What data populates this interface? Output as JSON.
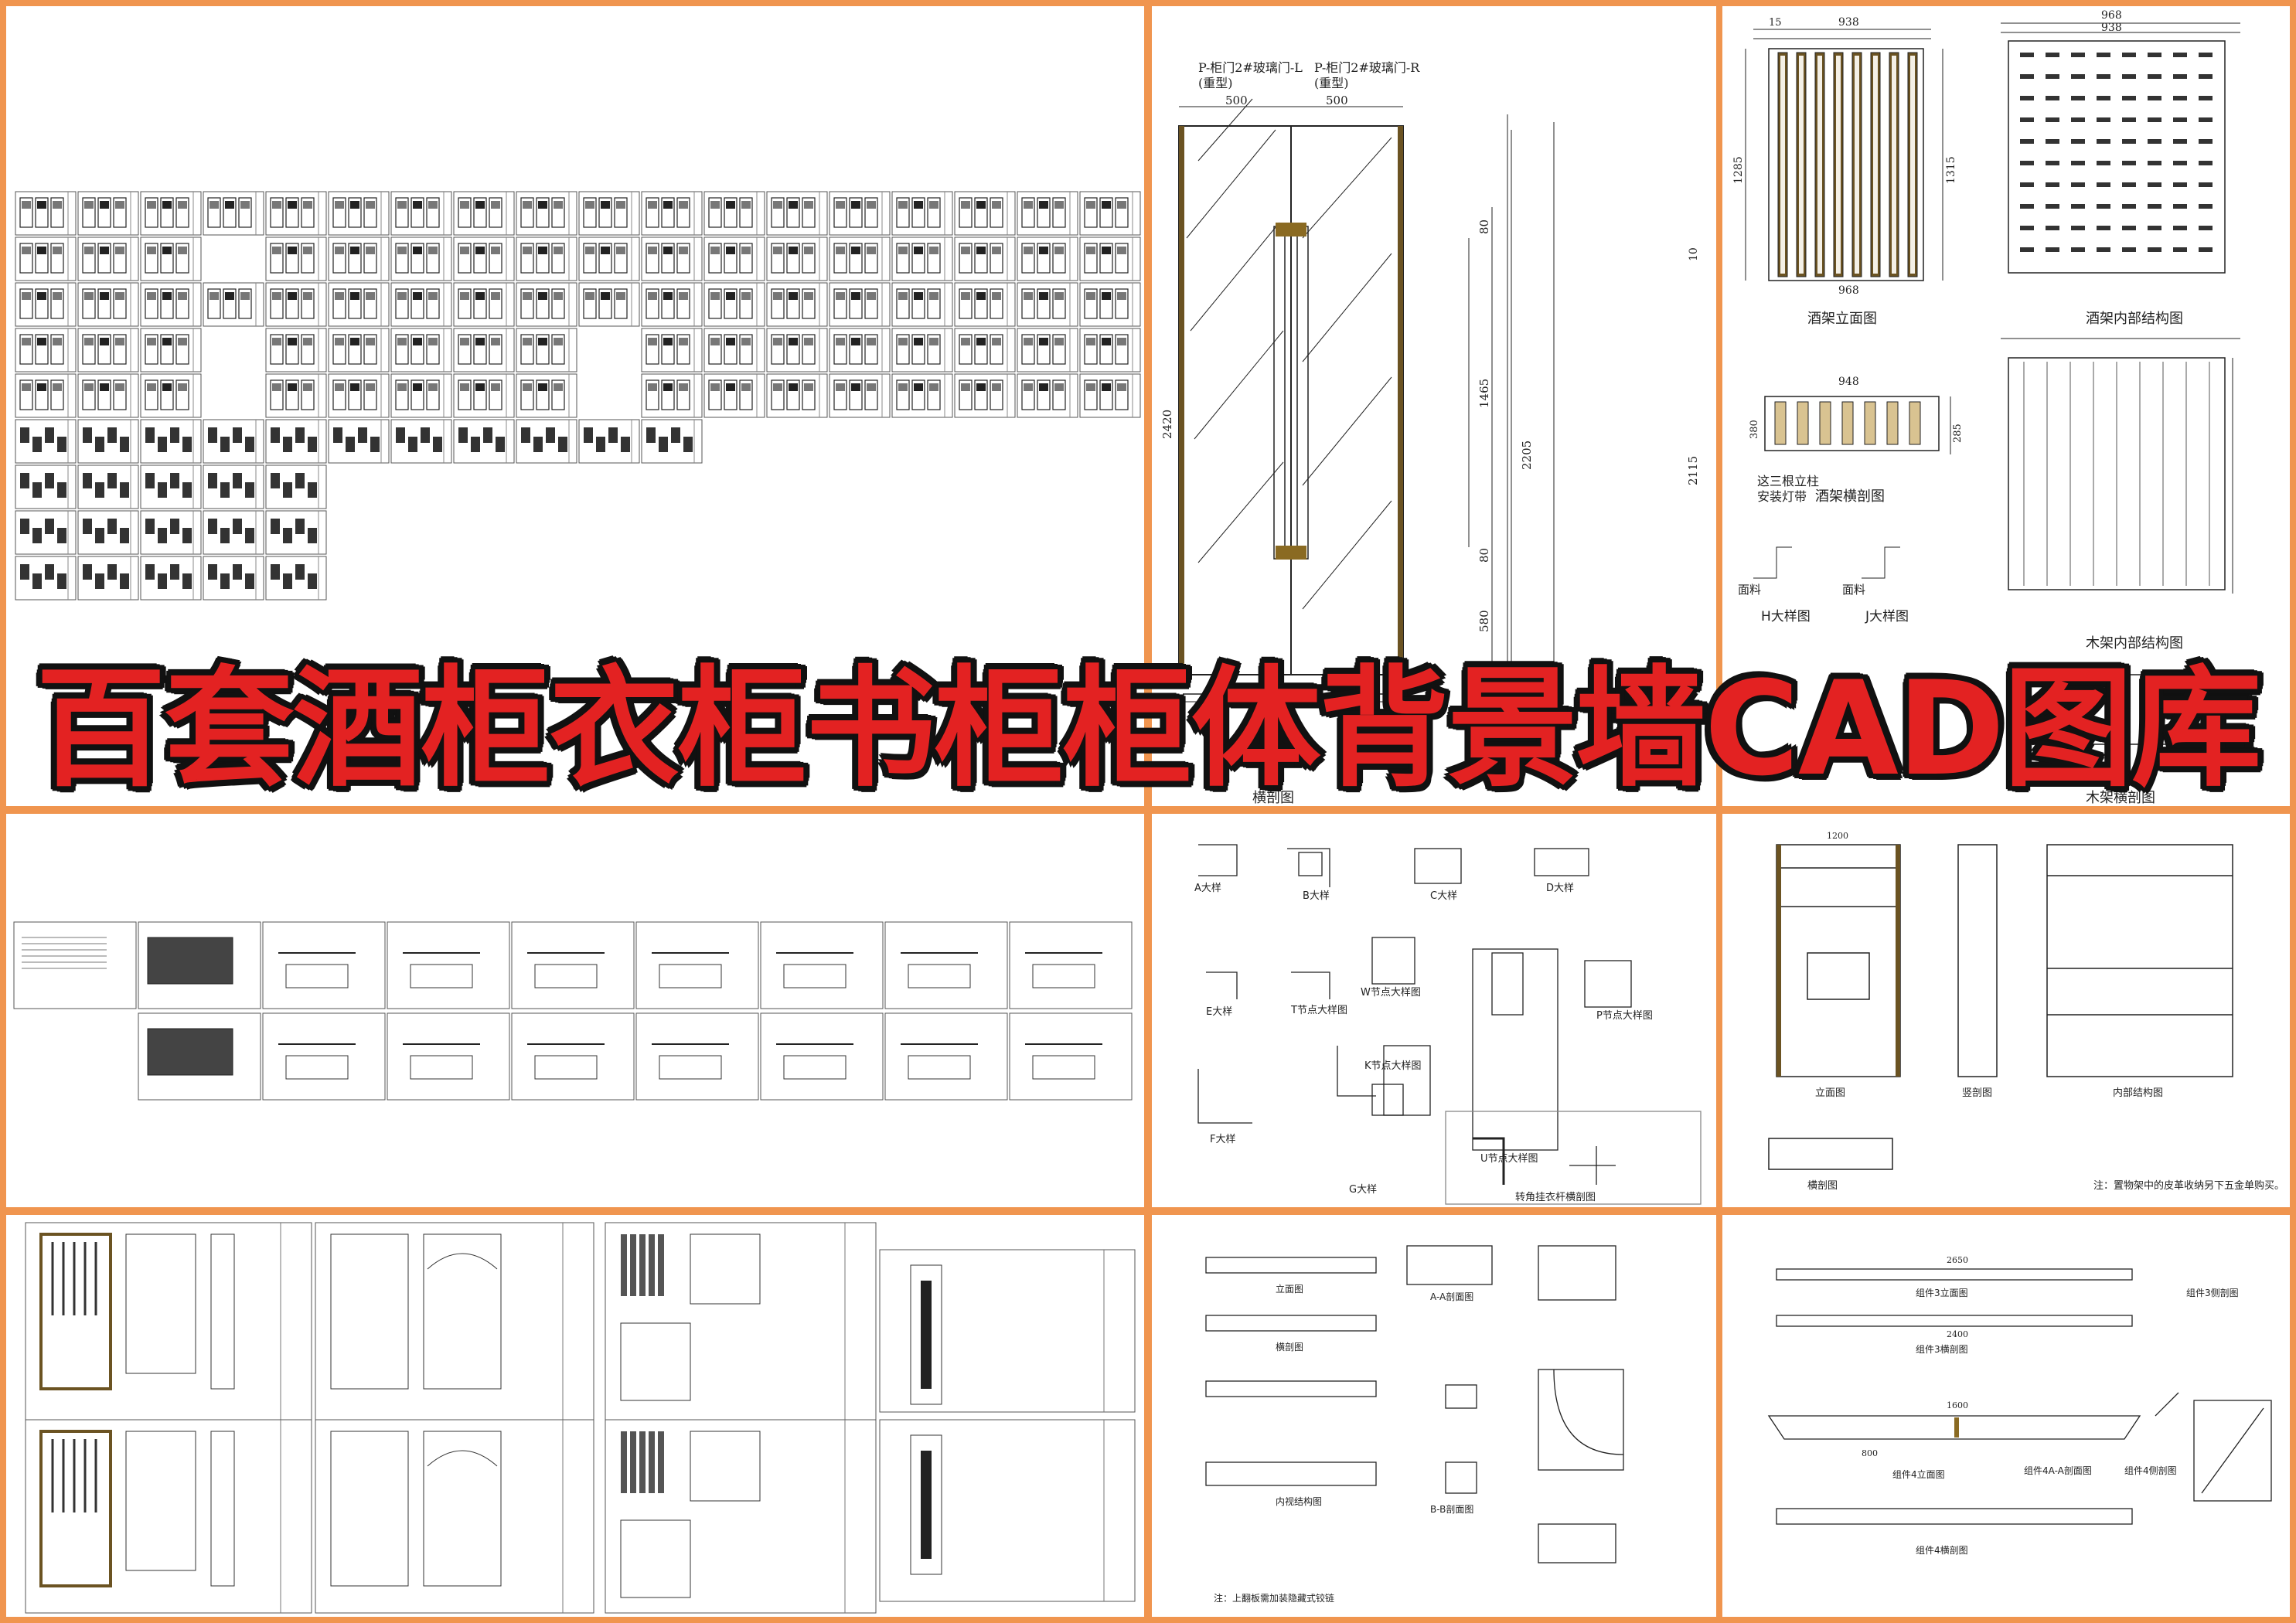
{
  "banner": {
    "title": "百套酒柜衣柜书柜柜体背景墙CAD图库",
    "color": "#e32222",
    "outline": "#111111"
  },
  "border_color": "#f0954f",
  "panels": {
    "sheet_grid": {
      "name": "drawing-sheet-grid"
    },
    "glass_door": {
      "label_left": "P-柜门2#玻璃门-L",
      "label_left_sub": "(重型)",
      "label_right": "P-柜门2#玻璃门-R",
      "label_right_sub": "(重型)",
      "width_left": "500",
      "width_right": "500",
      "dim_80_top": "80",
      "dim_1465": "1465",
      "dim_2205": "2205",
      "dim_80_bottom": "80",
      "dim_580": "580",
      "dim_2115": "2115",
      "dim_2420": "2420",
      "dim_10": "10",
      "bottom_caption": "横剖图"
    },
    "wine_rack": {
      "elev_top_15": "15",
      "elev_width_938": "938",
      "elev_width_968": "968",
      "elev_height_1285": "1285",
      "elev_height_1315": "1315",
      "elev_title": "酒架立面图",
      "inner_title": "酒架内部结构图",
      "inner_968": "968",
      "inner_938": "938",
      "section_948": "948",
      "section_title": "酒架横剖图",
      "note_line1": "这三根立柱",
      "note_line2": "安装灯带",
      "h_detail": "H大样图",
      "j_detail": "J大样图",
      "face_label": "面料",
      "wood_title": "木架内部结构图",
      "wood_section_title": "木架横剖图",
      "dim_380": "380",
      "dim_285": "285"
    },
    "facade_sheets": {
      "name": "facade-sheets"
    },
    "detail_nodes": {
      "a": "A大样",
      "b": "B大样",
      "c": "C大样",
      "d": "D大样",
      "e": "E大样",
      "f": "F大样",
      "g": "G大样",
      "t": "T节点大样图",
      "w": "W节点大样图",
      "k": "K节点大样图",
      "u": "U节点大样图",
      "p": "P节点大样图",
      "corner": "转角挂衣杆横剖图"
    },
    "wardrobe": {
      "elevation": "立面图",
      "side": "竖剖图",
      "inner": "内部结构图",
      "section": "横剖图",
      "dim_1200": "1200",
      "note": "注：置物架中的皮革收纳另下五金单购买。"
    },
    "cabinet_sets": {
      "name": "cabinet-sets"
    },
    "shelf_sections": {
      "elev": "立面图",
      "section": "横剖图",
      "aa": "A-A剖面图",
      "bb": "B-B剖面图",
      "inner": "内视结构图",
      "note": "注：上翻板需加装隐藏式铰链"
    },
    "components": {
      "c3_elev": "组件3立面图",
      "c3_side": "组件3侧剖图",
      "c3_section": "组件3横剖图",
      "c4_elev": "组件4立面图",
      "c4_aa": "组件4A-A剖面图",
      "c4_side": "组件4侧剖图",
      "c4_section": "组件4横剖图",
      "dim_2650": "2650",
      "dim_2400": "2400",
      "dim_1600": "1600",
      "dim_800": "800"
    }
  }
}
